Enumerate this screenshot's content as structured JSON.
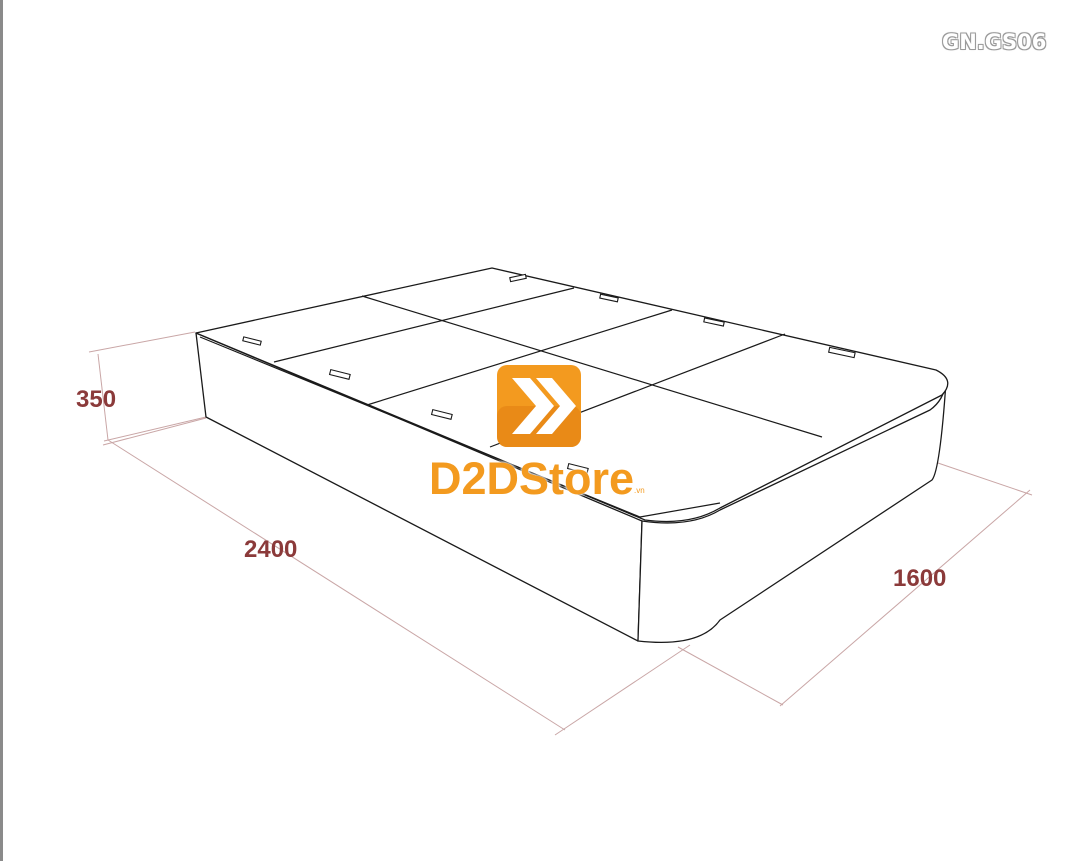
{
  "product_code": "GN.GS06",
  "dimensions": {
    "height": "350",
    "length": "2400",
    "width": "1600"
  },
  "brand": {
    "name": "D2DStore",
    "domain": ".vn",
    "color": "#f39a1f",
    "logo_icon": "double-chevron-right-icon"
  },
  "colors": {
    "dimension_text": "#8b3a3a",
    "dimension_lines": "#c9a6a6",
    "outline": "#1a1a1a"
  }
}
